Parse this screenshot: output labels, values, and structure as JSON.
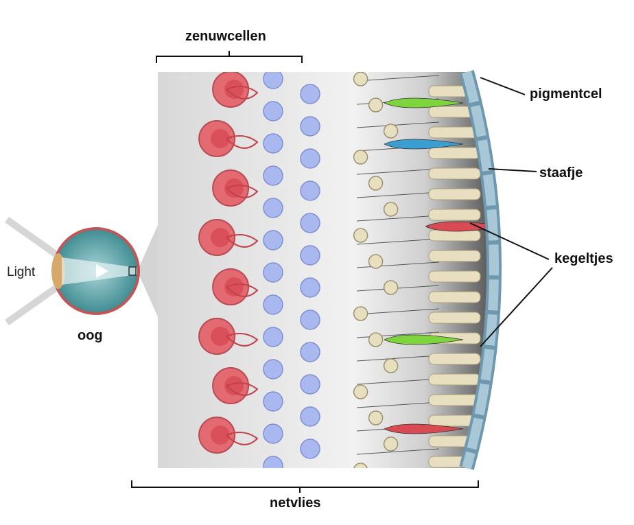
{
  "labels": {
    "nerve_cells": "zenuwcellen",
    "pigment_cell": "pigmentcel",
    "rod": "staafje",
    "cones": "kegeltjes",
    "light": "Light",
    "eye": "oog",
    "retina": "netvlies"
  },
  "colors": {
    "ganglion": "#e46a72",
    "bipolar": "#a9b8ee",
    "photoreceptor_body": "#e7dfbf",
    "cone_red": "#d94b52",
    "cone_green": "#7dd43c",
    "cone_blue": "#3a9fd0",
    "pigment": "#8fb4c8"
  }
}
